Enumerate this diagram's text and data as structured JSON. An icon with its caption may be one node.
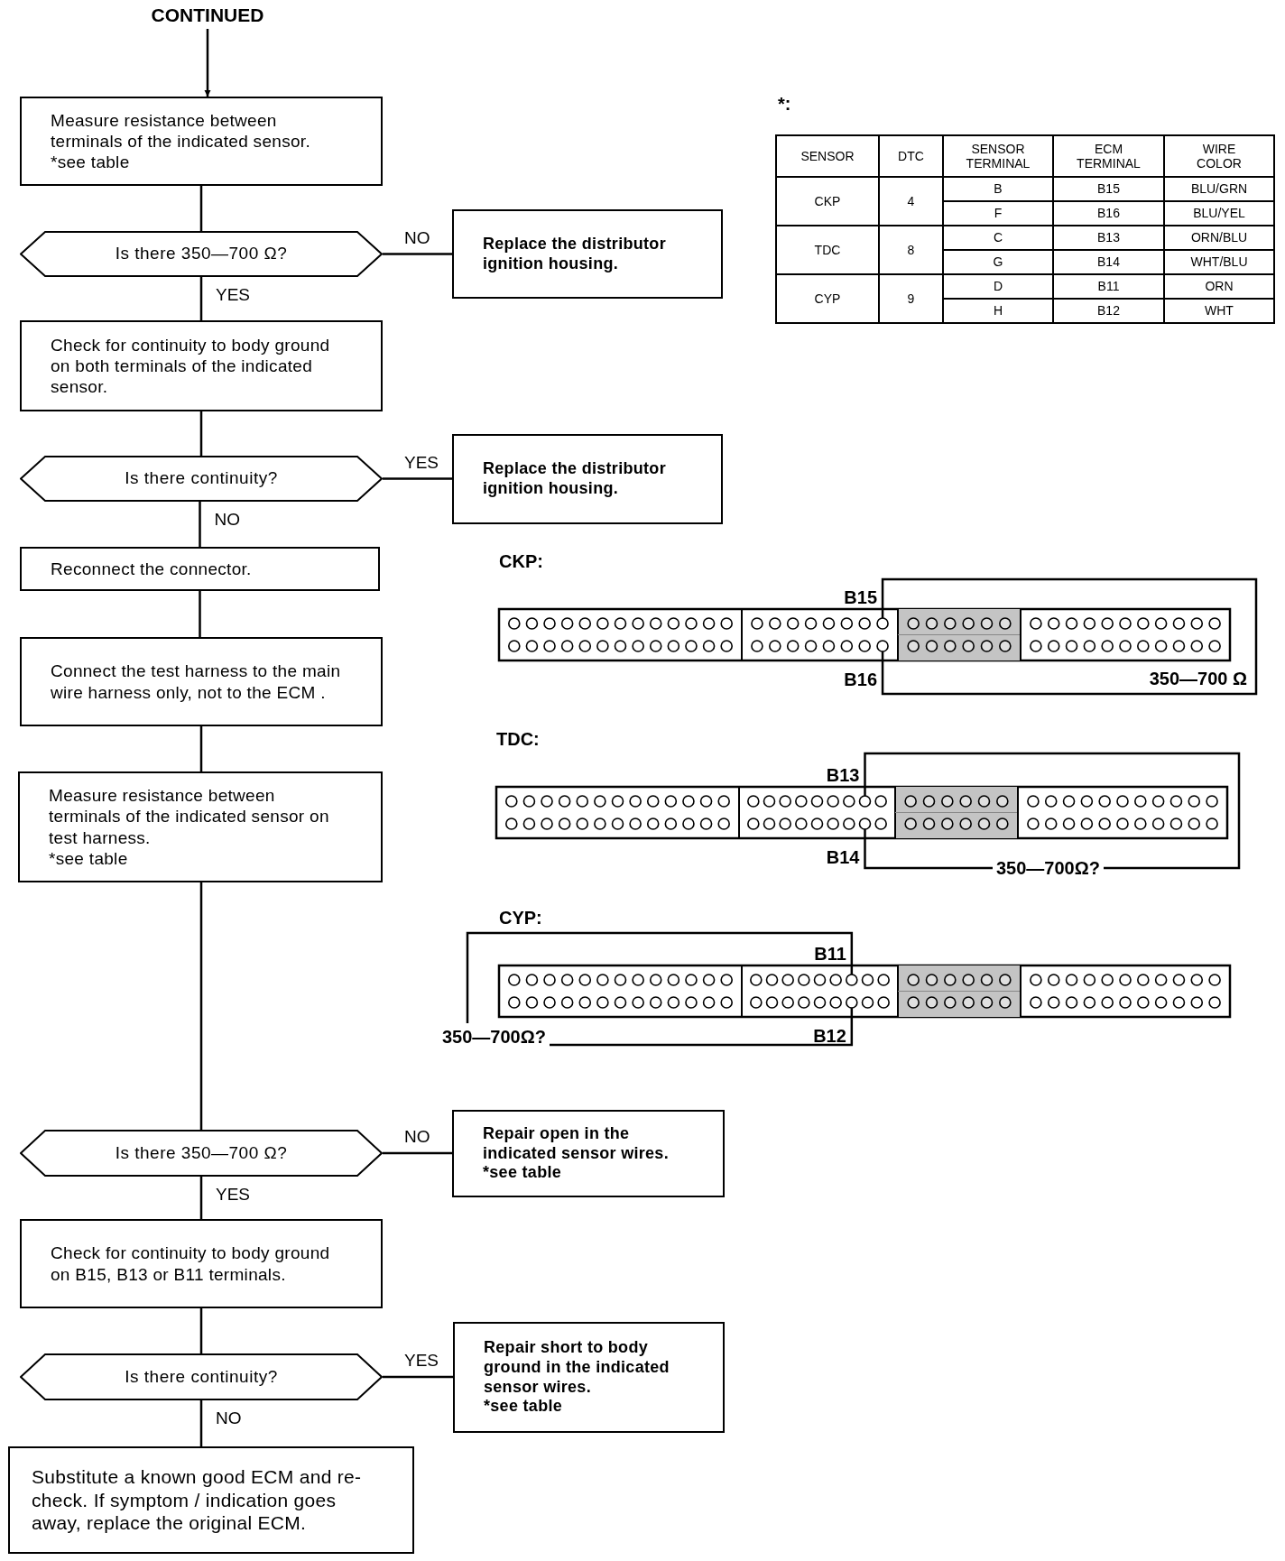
{
  "diagram": {
    "nodes": [
      {
        "text": [
          "CONTINUED"
        ]
      },
      {
        "text": [
          "Measure resistance between terminals of the indicated sensor.",
          "*see table"
        ]
      },
      {
        "text": [
          "Is there 350—700 Ω?"
        ]
      },
      {
        "text": [
          "Replace the distributor ignition housing."
        ]
      },
      {
        "text": [
          "Check for continuity to body ground on both terminals of the indicated sensor."
        ]
      },
      {
        "text": [
          "Is there continuity?"
        ]
      },
      {
        "text": [
          "Replace the distributor ignition housing."
        ]
      },
      {
        "text": [
          "Reconnect the connector."
        ]
      },
      {
        "text": [
          "Connect the test harness to the main wire harness only, not to the ECM ."
        ]
      },
      {
        "text": [
          "Measure resistance between terminals of the indicated sensor on test harness.",
          "*see table"
        ]
      },
      {
        "text": [
          "Is there 350—700 Ω?"
        ]
      },
      {
        "text": [
          "Repair open in the indicated sensor wires.",
          "*see table"
        ]
      },
      {
        "text": [
          "Check for continuity to body ground on B15, B13 or B11 terminals."
        ]
      },
      {
        "text": [
          "Is there continuity?"
        ]
      },
      {
        "text": [
          "Repair short to body ground in the indicated sensor wires.",
          "*see table"
        ]
      },
      {
        "text": [
          "Substitute a known good ECM and re-check. If symptom / indication goes away, replace the original ECM."
        ]
      }
    ],
    "edges": [
      {
        "from": 0,
        "to": 1,
        "arrow": "to"
      },
      {
        "from": 1,
        "to": 2,
        "arrow": "none"
      },
      {
        "from": 2,
        "to": 3,
        "arrow": "none",
        "label": "NO"
      },
      {
        "from": 2,
        "to": 4,
        "arrow": "none",
        "label": "YES"
      },
      {
        "from": 4,
        "to": 5,
        "arrow": "none"
      },
      {
        "from": 5,
        "to": 6,
        "arrow": "none",
        "label": "YES"
      },
      {
        "from": 5,
        "to": 7,
        "arrow": "none",
        "label": "NO"
      },
      {
        "from": 7,
        "to": 8,
        "arrow": "none"
      },
      {
        "from": 8,
        "to": 9,
        "arrow": "none"
      },
      {
        "from": 9,
        "to": 10,
        "arrow": "none"
      },
      {
        "from": 10,
        "to": 11,
        "arrow": "none",
        "label": "NO"
      },
      {
        "from": 10,
        "to": 12,
        "arrow": "none",
        "label": "YES"
      },
      {
        "from": 12,
        "to": 13,
        "arrow": "none"
      },
      {
        "from": 13,
        "to": 14,
        "arrow": "none",
        "label": "YES"
      },
      {
        "from": 13,
        "to": 15,
        "arrow": "none",
        "label": "NO"
      }
    ],
    "labels": [
      "*:",
      "SENSOR",
      "DTC",
      "SENSOR TERMINAL",
      "ECM TERMINAL",
      "WIRE COLOR",
      "CKP",
      "4",
      "B",
      "B15",
      "BLU/GRN",
      "F",
      "B16",
      "BLU/YEL",
      "TDC",
      "8",
      "C",
      "B13",
      "ORN/BLU",
      "G",
      "B14",
      "WHT/BLU",
      "CYP",
      "9",
      "D",
      "B11",
      "ORN",
      "H",
      "B12",
      "WHT",
      "CKP:",
      "B15",
      "B16",
      "350—700 Ω",
      "TDC:",
      "B13",
      "B14",
      "350—700Ω?",
      "CYP:",
      "B11",
      "350—700Ω?",
      "B12"
    ]
  }
}
